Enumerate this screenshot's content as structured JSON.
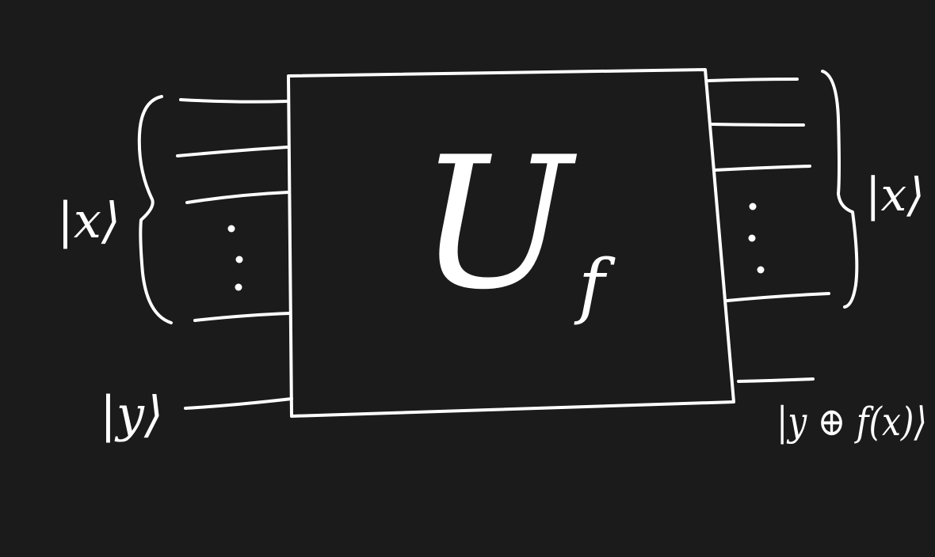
{
  "colors": {
    "background": "#1b1b1b",
    "ink": "#ffffff"
  },
  "gate": {
    "label": "U",
    "subscript": "f"
  },
  "inputs": {
    "register_label": "|x⟩",
    "ancilla_label": "|y⟩"
  },
  "outputs": {
    "register_label": "|x⟩",
    "ancilla_label": "|y ⊕ f(x)⟩"
  }
}
